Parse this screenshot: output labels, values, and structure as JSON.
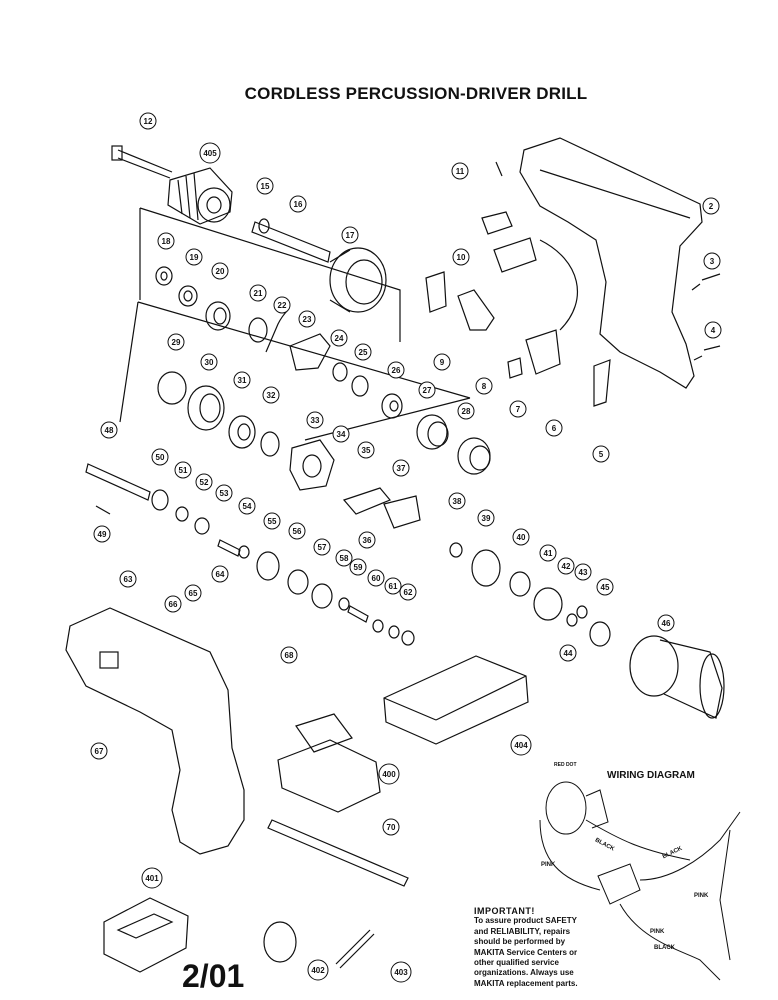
{
  "title": "CORDLESS PERCUSSION-DRIVER DRILL",
  "revision": "2/01",
  "wiring": {
    "title": "WIRING DIAGRAM",
    "red_dot": "RED DOT",
    "labels": [
      {
        "id": "pink1",
        "text": "PINK"
      },
      {
        "id": "black1",
        "text": "BLACK"
      },
      {
        "id": "black2",
        "text": "BLACK"
      },
      {
        "id": "pink2",
        "text": "PINK"
      },
      {
        "id": "pink3",
        "text": "PINK"
      },
      {
        "id": "black3",
        "text": "BLACK"
      }
    ]
  },
  "important": {
    "heading": "IMPORTANT!",
    "lines": [
      "To assure product SAFETY",
      "and RELIABILITY, repairs",
      "should be performed by",
      "MAKITA Service Centers or",
      "other qualified service",
      "organizations. Always use",
      "MAKITA replacement parts."
    ]
  },
  "part_numbers": [
    "2",
    "3",
    "4",
    "5",
    "6",
    "7",
    "8",
    "9",
    "10",
    "11",
    "12",
    "15",
    "16",
    "17",
    "18",
    "19",
    "20",
    "21",
    "22",
    "23",
    "24",
    "25",
    "26",
    "27",
    "28",
    "29",
    "30",
    "31",
    "32",
    "33",
    "34",
    "35",
    "36",
    "37",
    "38",
    "39",
    "40",
    "41",
    "42",
    "43",
    "44",
    "45",
    "46",
    "48",
    "49",
    "50",
    "51",
    "52",
    "53",
    "54",
    "55",
    "56",
    "57",
    "58",
    "59",
    "60",
    "61",
    "62",
    "63",
    "64",
    "65",
    "66",
    "67",
    "68",
    "70",
    "400",
    "401",
    "402",
    "403",
    "404",
    "405"
  ]
}
